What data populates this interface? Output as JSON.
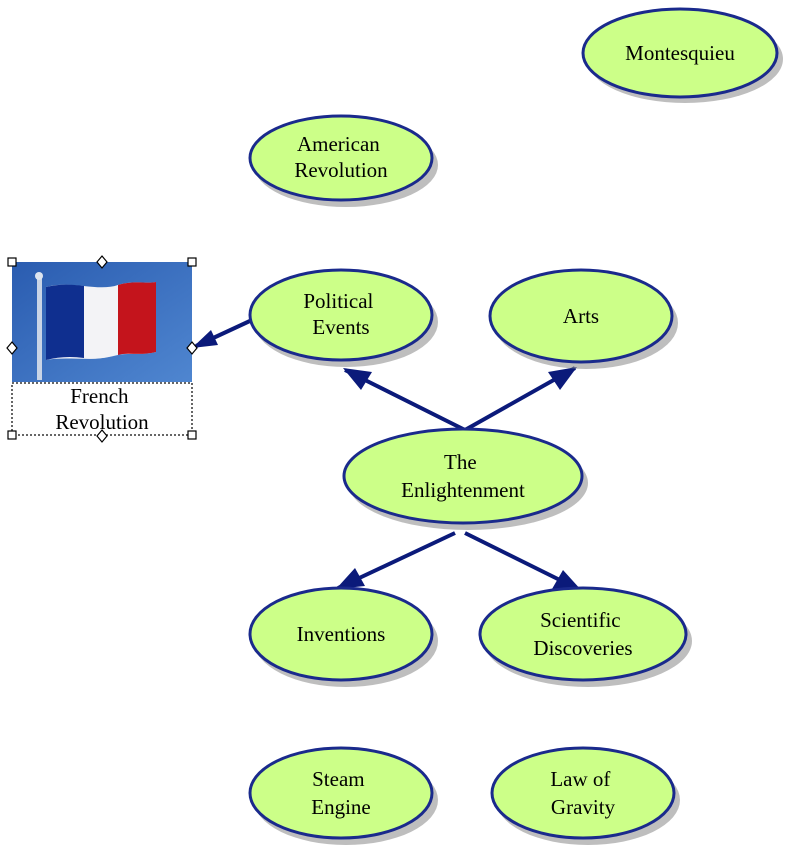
{
  "colors": {
    "node_fill": "#ccff88",
    "node_stroke": "#1a2a8c",
    "node_shadow": "#888888",
    "link": "#0b1a7a",
    "flag_blue": "#0f2f8f",
    "flag_white": "#f2f2f6",
    "flag_red": "#c4141c",
    "flag_sky": "#3a6fc0",
    "label_text": "#000000"
  },
  "nodes": {
    "montesquieu": [
      "Montesquieu"
    ],
    "american_revolution": [
      "American",
      "Revolution"
    ],
    "political_events": [
      "Political",
      "Events"
    ],
    "arts": [
      "Arts"
    ],
    "enlightenment": [
      "The",
      "Enlightenment"
    ],
    "inventions": [
      "Inventions"
    ],
    "scientific_discoveries": [
      "Scientific",
      "Discoveries"
    ],
    "steam_engine": [
      "Steam",
      "Engine"
    ],
    "law_of_gravity": [
      "Law of",
      "Gravity"
    ]
  },
  "french_revolution": {
    "label": [
      "French",
      "Revolution"
    ],
    "image": "french-flag-image",
    "selected": true
  },
  "links": [
    {
      "from": "enlightenment",
      "to": "political_events"
    },
    {
      "from": "enlightenment",
      "to": "arts"
    },
    {
      "from": "enlightenment",
      "to": "inventions"
    },
    {
      "from": "enlightenment",
      "to": "scientific_discoveries"
    },
    {
      "from": "political_events",
      "to": "french_revolution"
    }
  ]
}
